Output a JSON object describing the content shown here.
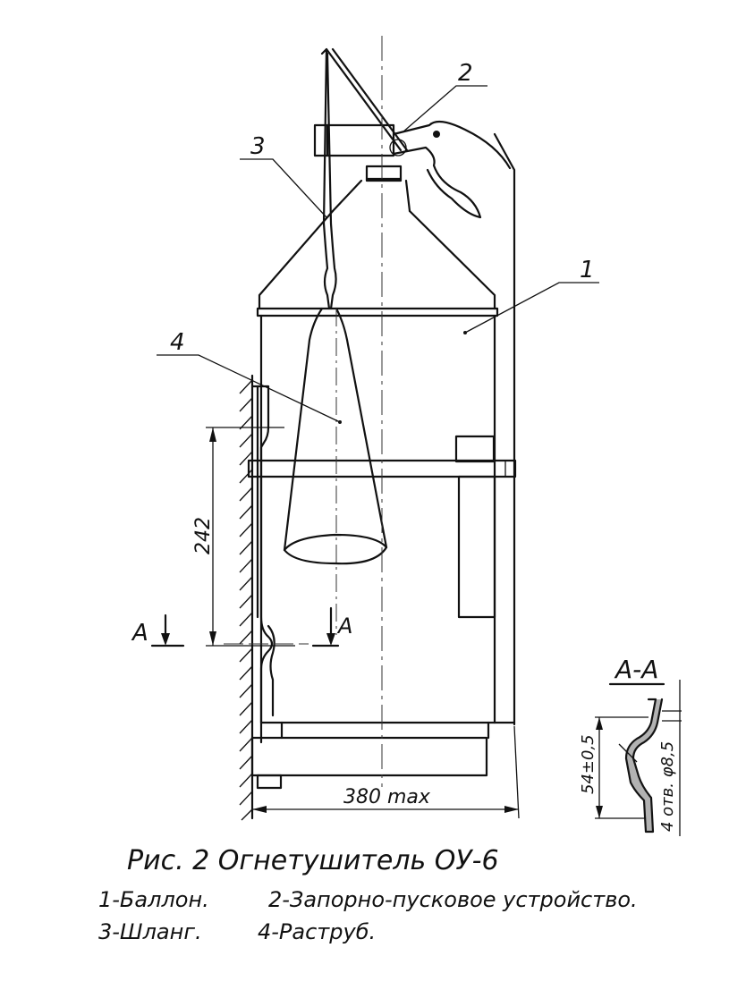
{
  "callouts": [
    "1",
    "2",
    "3",
    "4"
  ],
  "dimensions": {
    "height": "242",
    "width": "380 max",
    "section_height": "54±0,5",
    "holes": "4 отв. φ8,5"
  },
  "section": {
    "mark_left": "A",
    "mark_right": "A",
    "view_title": "A-A"
  },
  "caption": {
    "figure": "Рис. 2 Огнетушитель ОУ-6",
    "legend_row1": [
      "1-Баллон.",
      "2-Запорно-пусковое устройство."
    ],
    "legend_row2": [
      "3-Шланг.",
      "4-Раструб."
    ]
  }
}
